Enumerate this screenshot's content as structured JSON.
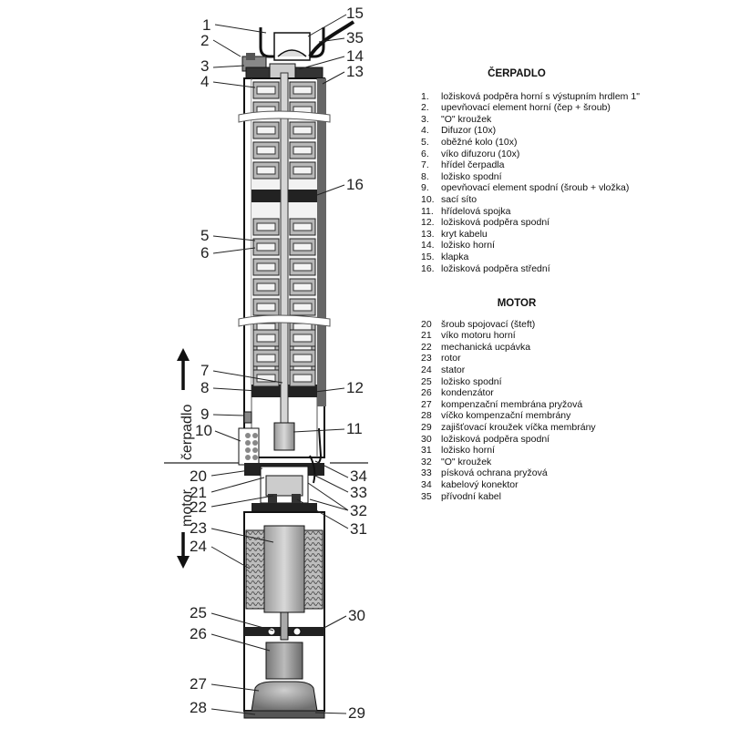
{
  "pump_legend": {
    "title": "ČERPADLO",
    "items": [
      {
        "num": "1.",
        "text": "ložisková podpěra horní s výstupním hrdlem 1\""
      },
      {
        "num": "2.",
        "text": "upevňovací element horní (čep + šroub)"
      },
      {
        "num": "3.",
        "text": "\"O\" kroužek"
      },
      {
        "num": "4.",
        "text": "Difuzor (10x)"
      },
      {
        "num": "5.",
        "text": "oběžné kolo (10x)"
      },
      {
        "num": "6.",
        "text": "víko difuzoru (10x)"
      },
      {
        "num": "7.",
        "text": "hřídel čerpadla"
      },
      {
        "num": "8.",
        "text": "ložisko spodní"
      },
      {
        "num": "9.",
        "text": "opevňovací element spodní (šroub + vložka)"
      },
      {
        "num": "10.",
        "text": "sací síto"
      },
      {
        "num": "11.",
        "text": "hřídelová spojka"
      },
      {
        "num": "12.",
        "text": "ložisková podpěra spodní"
      },
      {
        "num": "13.",
        "text": "kryt kabelu"
      },
      {
        "num": "14.",
        "text": "ložisko horní"
      },
      {
        "num": "15.",
        "text": "klapka"
      },
      {
        "num": "16.",
        "text": "ložisková podpěra střední"
      }
    ]
  },
  "motor_legend": {
    "title": "MOTOR",
    "items": [
      {
        "num": "20",
        "text": "šroub spojovací (šteft)"
      },
      {
        "num": "21",
        "text": "víko motoru horní"
      },
      {
        "num": "22",
        "text": "mechanická ucpávka"
      },
      {
        "num": "23",
        "text": "rotor"
      },
      {
        "num": "24",
        "text": "stator"
      },
      {
        "num": "25",
        "text": "ložisko spodní"
      },
      {
        "num": "26",
        "text": "kondenzátor"
      },
      {
        "num": "27",
        "text": "kompenzační membrána pryžová"
      },
      {
        "num": "28",
        "text": "víčko kompenzační membrány"
      },
      {
        "num": "29",
        "text": "zajišťovací kroužek víčka membrány"
      },
      {
        "num": "30",
        "text": "ložisková podpěra spodní"
      },
      {
        "num": "31",
        "text": "ložisko horní"
      },
      {
        "num": "32",
        "text": "\"O\" kroužek"
      },
      {
        "num": "33",
        "text": "písková ochrana pryžová"
      },
      {
        "num": "34",
        "text": "kabelový konektor"
      },
      {
        "num": "35",
        "text": "přívodní kabel"
      }
    ]
  },
  "callouts": {
    "c1": "1",
    "c2": "2",
    "c3": "3",
    "c4": "4",
    "c5": "5",
    "c6": "6",
    "c7": "7",
    "c8": "8",
    "c9": "9",
    "c10": "10",
    "c11": "11",
    "c12": "12",
    "c13": "13",
    "c14": "14",
    "c15": "15",
    "c16": "16",
    "c20": "20",
    "c21": "21",
    "c22": "22",
    "c23": "23",
    "c24": "24",
    "c25": "25",
    "c26": "26",
    "c27": "27",
    "c28": "28",
    "c29": "29",
    "c30": "30",
    "c31": "31",
    "c32": "32",
    "c33": "33",
    "c34": "34",
    "c35": "35"
  },
  "side_labels": {
    "pump": "čerpadlo",
    "motor": "motor"
  }
}
